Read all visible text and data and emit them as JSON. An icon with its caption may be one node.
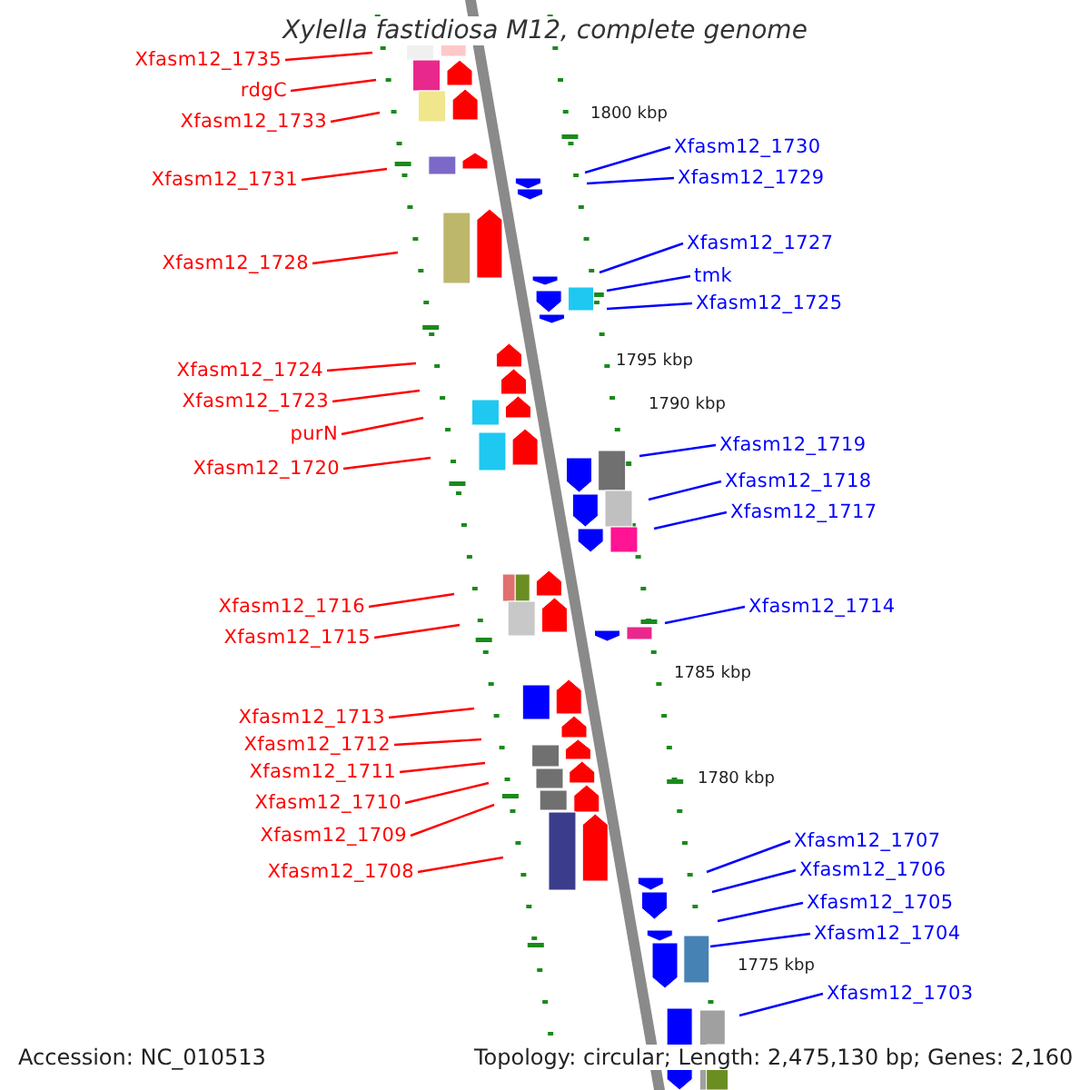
{
  "diagram": {
    "title": "Xylella fastidiosa M12, complete genome",
    "nodes": [
      {
        "text": [
          "Xfasm12_1735"
        ]
      },
      {
        "text": [
          "rdgC"
        ]
      },
      {
        "text": [
          "Xfasm12_1733"
        ]
      },
      {
        "text": [
          "Xfasm12_1731"
        ]
      },
      {
        "text": [
          "Xfasm12_1728"
        ]
      },
      {
        "text": [
          "Xfasm12_1724"
        ]
      },
      {
        "text": [
          "Xfasm12_1723"
        ]
      },
      {
        "text": [
          "purN"
        ]
      },
      {
        "text": [
          "Xfasm12_1720"
        ]
      },
      {
        "text": [
          "Xfasm12_1716"
        ]
      },
      {
        "text": [
          "Xfasm12_1715"
        ]
      },
      {
        "text": [
          "Xfasm12_1713"
        ]
      },
      {
        "text": [
          "Xfasm12_1712"
        ]
      },
      {
        "text": [
          "Xfasm12_1711"
        ]
      },
      {
        "text": [
          "Xfasm12_1710"
        ]
      },
      {
        "text": [
          "Xfasm12_1709"
        ]
      },
      {
        "text": [
          "Xfasm12_1708"
        ]
      },
      {
        "text": [
          "Xfasm12_1730"
        ]
      },
      {
        "text": [
          "Xfasm12_1729"
        ]
      },
      {
        "text": [
          "Xfasm12_1727"
        ]
      },
      {
        "text": [
          "tmk"
        ]
      },
      {
        "text": [
          "Xfasm12_1725"
        ]
      },
      {
        "text": [
          "Xfasm12_1719"
        ]
      },
      {
        "text": [
          "Xfasm12_1718"
        ]
      },
      {
        "text": [
          "Xfasm12_1717"
        ]
      },
      {
        "text": [
          "Xfasm12_1714"
        ]
      },
      {
        "text": [
          "Xfasm12_1707"
        ]
      },
      {
        "text": [
          "Xfasm12_1706"
        ]
      },
      {
        "text": [
          "Xfasm12_1705"
        ]
      },
      {
        "text": [
          "Xfasm12_1704"
        ]
      },
      {
        "text": [
          "Xfasm12_1703"
        ]
      }
    ],
    "edges": [
      {
        "from": 0,
        "to": null,
        "arrow": "none"
      },
      {
        "from": 1,
        "to": null,
        "arrow": "none"
      },
      {
        "from": 2,
        "to": null,
        "arrow": "none"
      },
      {
        "from": 3,
        "to": null,
        "arrow": "none"
      },
      {
        "from": 4,
        "to": null,
        "arrow": "none"
      },
      {
        "from": 5,
        "to": null,
        "arrow": "none"
      },
      {
        "from": 6,
        "to": null,
        "arrow": "none"
      },
      {
        "from": 7,
        "to": null,
        "arrow": "none"
      },
      {
        "from": 8,
        "to": null,
        "arrow": "none"
      },
      {
        "from": 9,
        "to": null,
        "arrow": "none"
      },
      {
        "from": 10,
        "to": null,
        "arrow": "none"
      },
      {
        "from": 11,
        "to": null,
        "arrow": "none"
      },
      {
        "from": 12,
        "to": null,
        "arrow": "none"
      },
      {
        "from": 13,
        "to": null,
        "arrow": "none"
      },
      {
        "from": 14,
        "to": null,
        "arrow": "none"
      },
      {
        "from": 15,
        "to": null,
        "arrow": "none"
      },
      {
        "from": 16,
        "to": null,
        "arrow": "none"
      },
      {
        "from": 17,
        "to": null,
        "arrow": "none",
        "color": "#0000ff"
      },
      {
        "from": 18,
        "to": null,
        "arrow": "none",
        "color": "#0000ff"
      },
      {
        "from": 19,
        "to": null,
        "arrow": "none",
        "color": "#0000ff"
      },
      {
        "from": 20,
        "to": null,
        "arrow": "none",
        "color": "#0000ff"
      },
      {
        "from": 21,
        "to": null,
        "arrow": "none",
        "color": "#0000ff"
      },
      {
        "from": 22,
        "to": null,
        "arrow": "none",
        "color": "#0000ff"
      },
      {
        "from": 23,
        "to": null,
        "arrow": "none",
        "color": "#0000ff"
      },
      {
        "from": 24,
        "to": null,
        "arrow": "none",
        "color": "#0000ff"
      },
      {
        "from": 25,
        "to": null,
        "arrow": "none",
        "color": "#0000ff"
      },
      {
        "from": 26,
        "to": null,
        "arrow": "none",
        "color": "#0000ff"
      },
      {
        "from": 27,
        "to": null,
        "arrow": "none",
        "color": "#0000ff"
      },
      {
        "from": 28,
        "to": null,
        "arrow": "none",
        "color": "#0000ff"
      },
      {
        "from": 29,
        "to": null,
        "arrow": "none",
        "color": "#0000ff"
      },
      {
        "from": 30,
        "to": null,
        "arrow": "none",
        "color": "#0000ff"
      }
    ],
    "labels": [
      "1800 kbp",
      "1795 kbp",
      "1790 kbp",
      "1785 kbp",
      "1780 kbp",
      "1775 kbp",
      "Accession: NC_010513",
      "Topology: circular; Length: 2,475,130 bp; Genes: 2,160"
    ]
  }
}
